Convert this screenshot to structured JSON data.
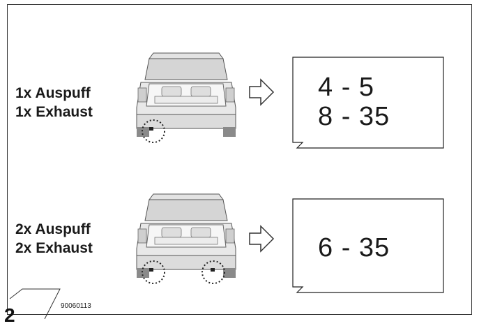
{
  "section_1": {
    "label_de": "1x Auspuff",
    "label_en": "1x Exhaust",
    "ranges": [
      "4 - 5",
      "8 - 35"
    ]
  },
  "section_2": {
    "label_de": "2x Auspuff",
    "label_en": "2x Exhaust",
    "ranges": [
      "6 - 35"
    ]
  },
  "footer": {
    "code": "90060113",
    "page_number": "2"
  },
  "icons": {
    "car": "car-rear-icon",
    "arrow": "arrow-right-icon",
    "exhaust_marker": "dotted-circle-icon"
  }
}
